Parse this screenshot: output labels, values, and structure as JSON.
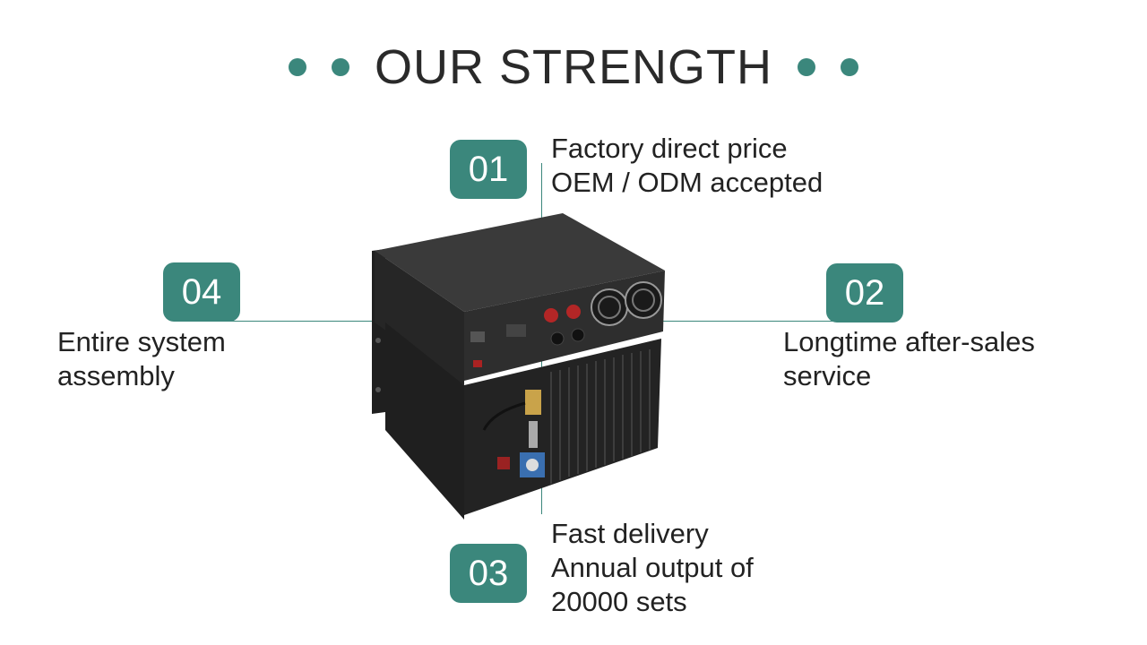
{
  "header": {
    "title": "OUR STRENGTH"
  },
  "colors": {
    "accent": "#3b877c",
    "text": "#222222",
    "product": "#2b2b2b"
  },
  "strengths": [
    {
      "number": "01",
      "line1": "Factory direct price",
      "line2": "OEM / ODM accepted",
      "line3": ""
    },
    {
      "number": "02",
      "line1": "Longtime after-sales",
      "line2": "service",
      "line3": ""
    },
    {
      "number": "03",
      "line1": "Fast delivery",
      "line2": "Annual output of",
      "line3": "20000 sets"
    },
    {
      "number": "04",
      "line1": "Entire system",
      "line2": "assembly",
      "line3": ""
    }
  ]
}
